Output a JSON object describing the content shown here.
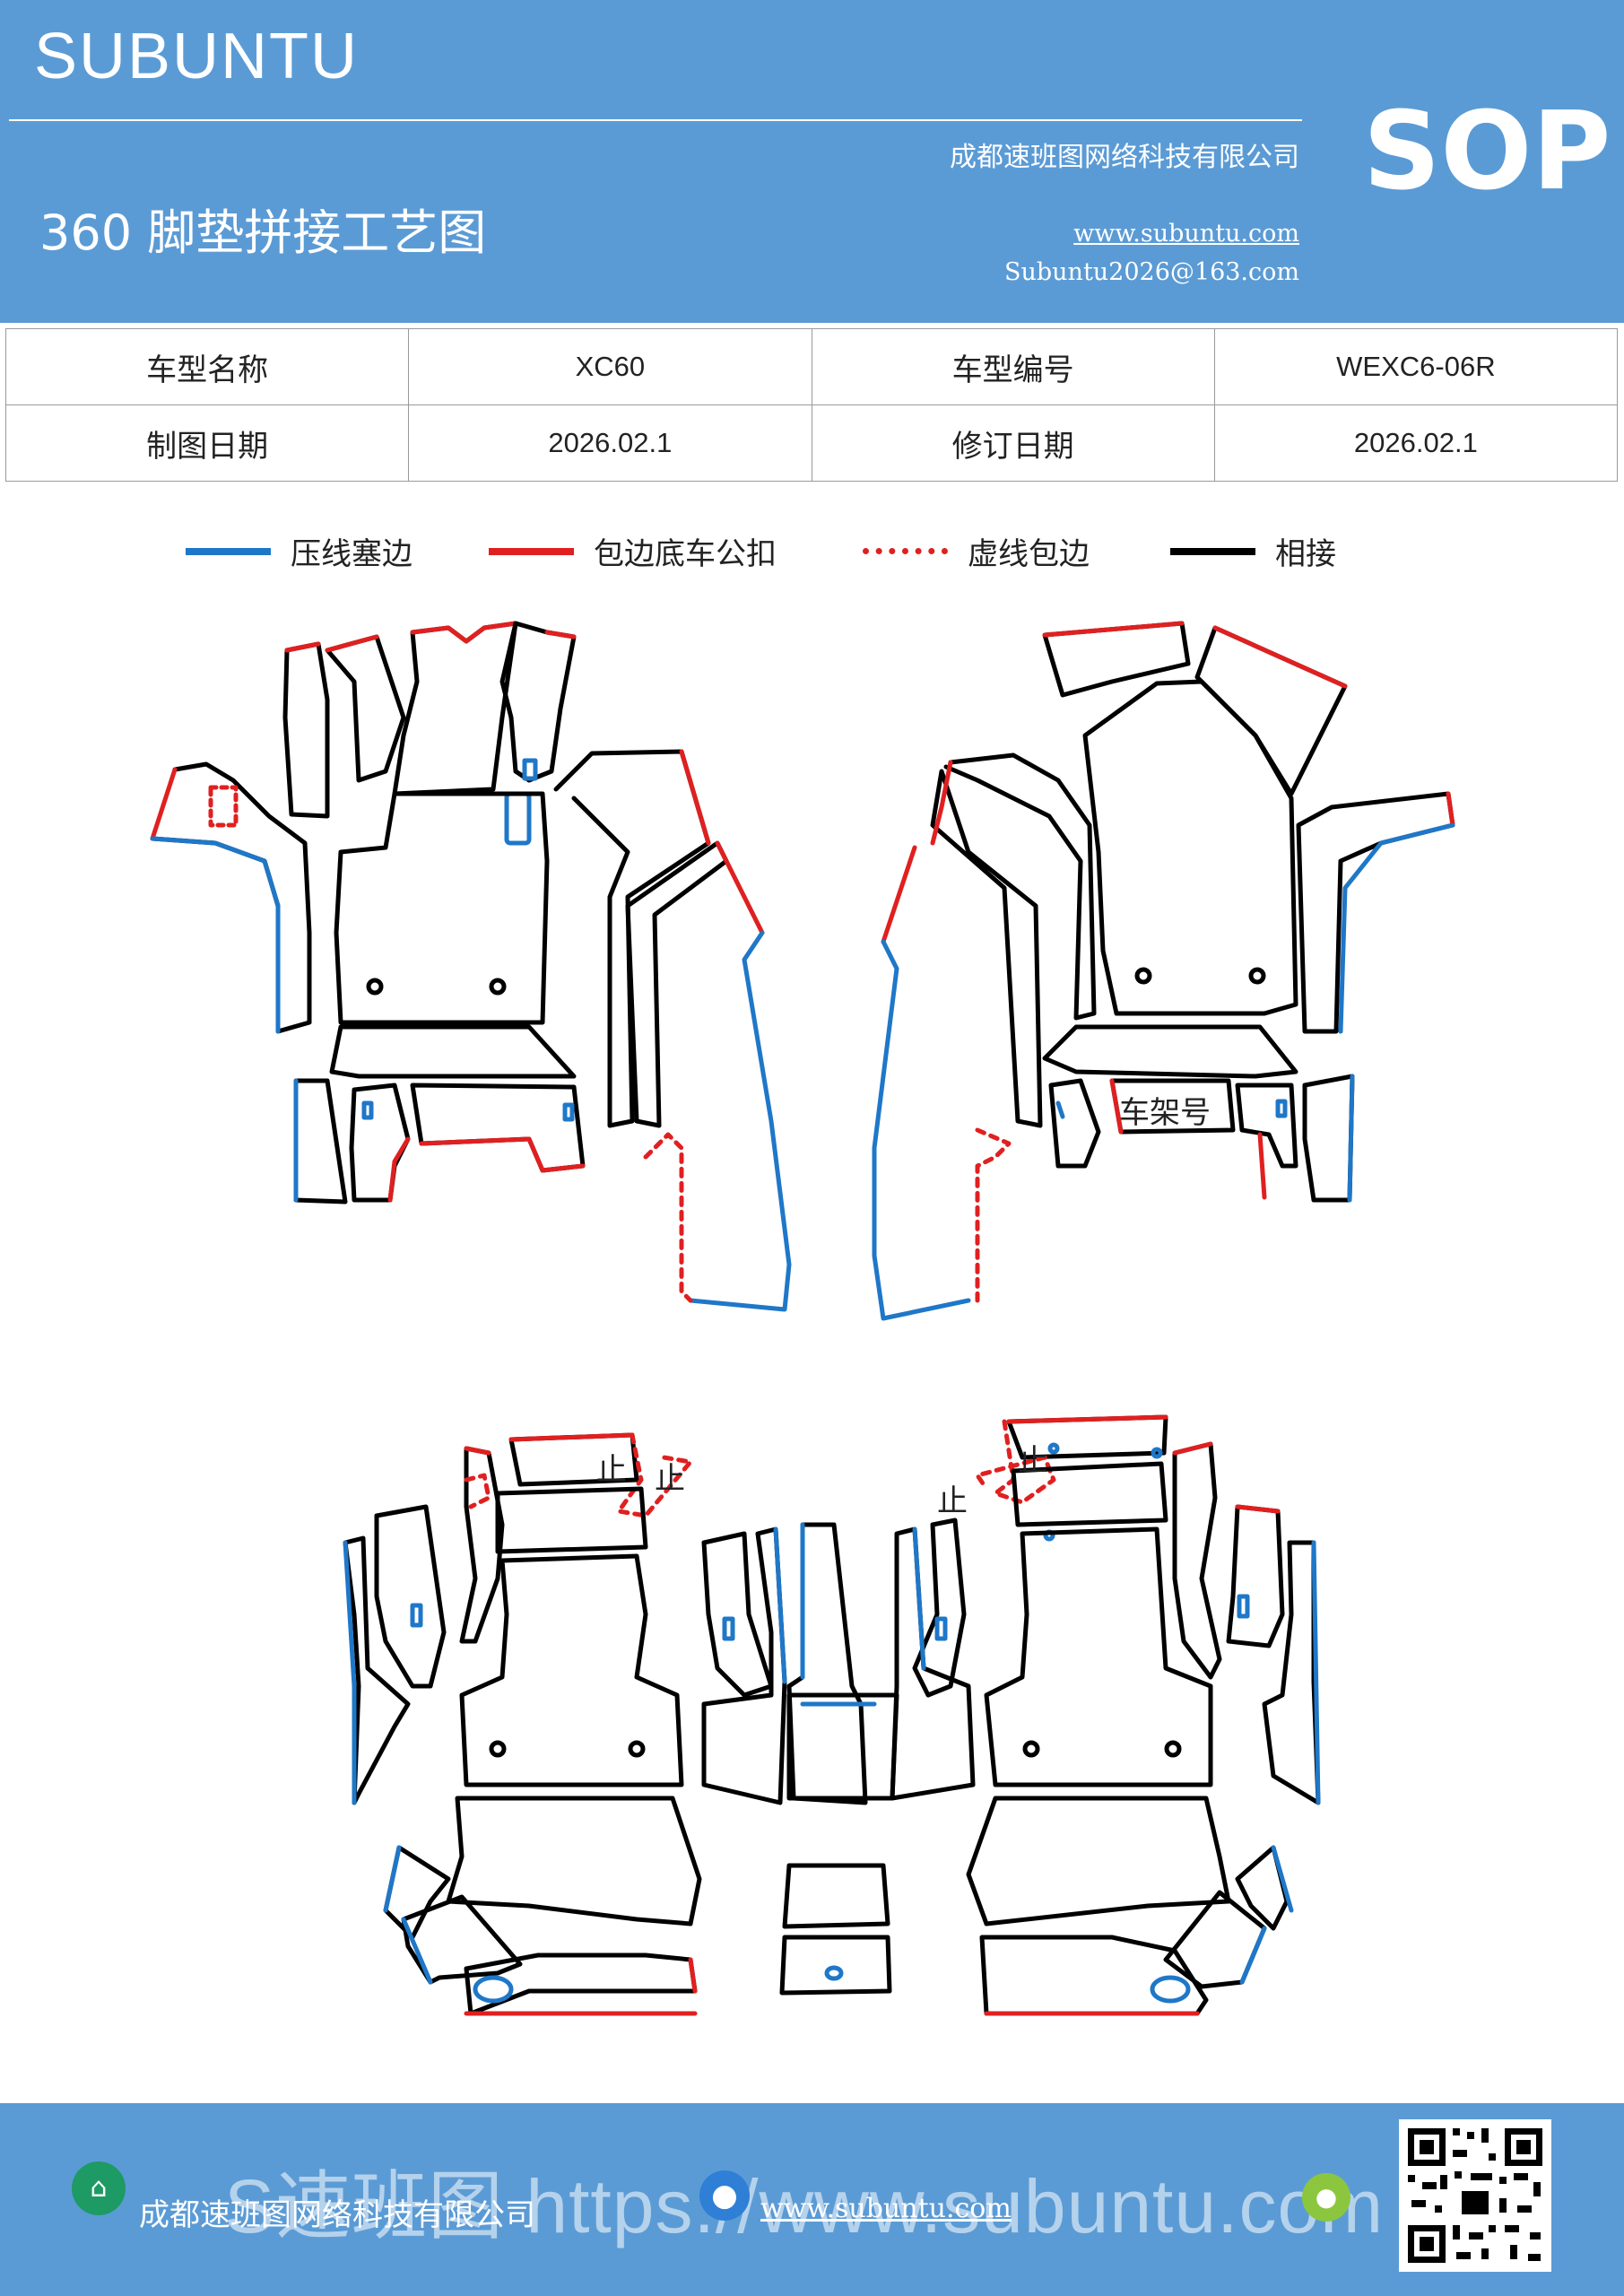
{
  "header": {
    "brand": "SUBUNTU",
    "company": "成都速班图网络科技有限公司",
    "title": "360 脚垫拼接工艺图",
    "website": "www.subuntu.com",
    "email": "Subuntu2026@163.com",
    "doc_type": "SOP"
  },
  "info_table": {
    "rows": [
      [
        "车型名称",
        "XC60",
        "车型编号",
        "WEXC6-06R"
      ],
      [
        "制图日期",
        "2026.02.1",
        "修订日期",
        "2026.02.1"
      ]
    ]
  },
  "legend": [
    {
      "label": "压线塞边",
      "color": "#1f77c8",
      "style": "solid"
    },
    {
      "label": "包边底车公扣",
      "color": "#e02020",
      "style": "solid"
    },
    {
      "label": "虚线包边",
      "color": "#e02020",
      "style": "dotted"
    },
    {
      "label": "相接",
      "color": "#000000",
      "style": "solid"
    }
  ],
  "diagram": {
    "frame_label": "车架号",
    "mark_label": "止"
  },
  "footer": {
    "company": "成都速班图网络科技有限公司",
    "website": "www.subuntu.com",
    "watermark": "S速班图 https://www.subuntu.com",
    "icons": [
      "building-icon",
      "globe-icon",
      "wechat-icon",
      "qr-code"
    ]
  }
}
